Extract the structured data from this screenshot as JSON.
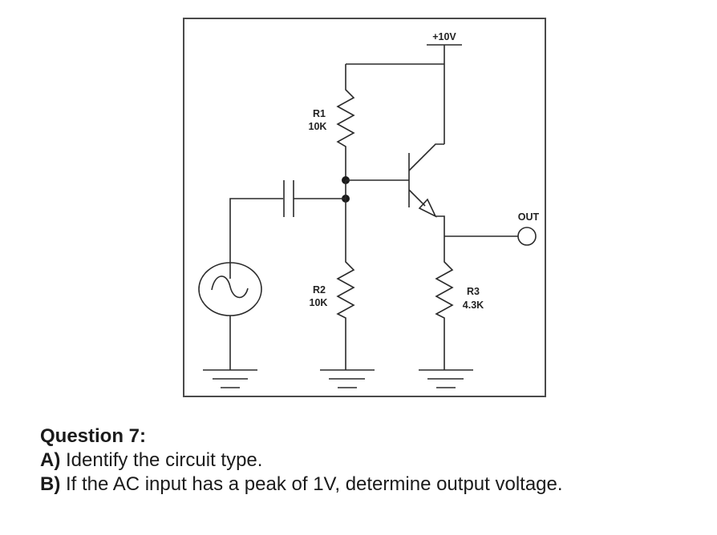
{
  "circuit": {
    "supply_label": "+10V",
    "r1": {
      "name": "R1",
      "value": "10K"
    },
    "r2": {
      "name": "R2",
      "value": "10K"
    },
    "r3": {
      "name": "R3",
      "value": "4.3K"
    },
    "output_label": "OUT",
    "source_icon": "ac-source-icon",
    "components": [
      "ac-voltage-source",
      "coupling-capacitor",
      "R1",
      "R2",
      "NPN-transistor",
      "R3",
      "ground x3"
    ]
  },
  "question": {
    "title": "Question 7:",
    "parts": [
      {
        "letter": "A)",
        "text": " Identify the circuit type."
      },
      {
        "letter": "B)",
        "text": " If the AC input has a peak of 1V, determine output voltage."
      }
    ]
  }
}
